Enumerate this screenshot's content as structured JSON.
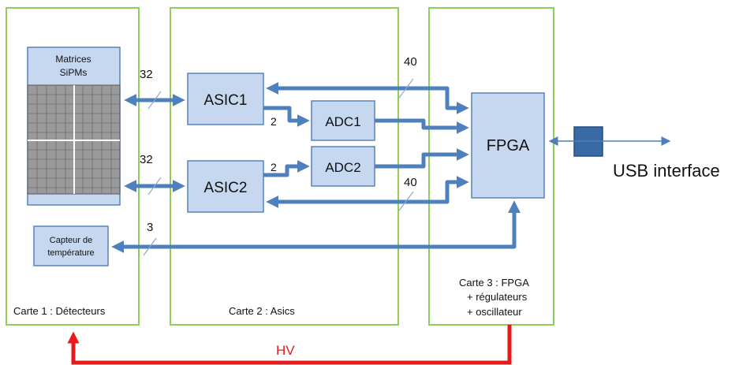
{
  "boards": {
    "board1_label": "Carte 1 : Détecteurs",
    "board2_label": "Carte 2 : Asics",
    "board3_label_line1": "Carte 3 : FPGA",
    "board3_label_line2": "+ régulateurs",
    "board3_label_line3": "+ oscillateur"
  },
  "blocks": {
    "sipm_title_line1": "Matrices",
    "sipm_title_line2": "SiPMs",
    "temp_sensor_line1": "Capteur de",
    "temp_sensor_line2": "température",
    "asic1": "ASIC1",
    "asic2": "ASIC2",
    "adc1": "ADC1",
    "adc2": "ADC2",
    "fpga": "FPGA"
  },
  "bus_widths": {
    "sipm_asic1": "32",
    "sipm_asic2": "32",
    "temp_bus": "3",
    "asic1_adc1": "2",
    "asic2_adc2": "2",
    "fpga_asic1": "40",
    "fpga_asic2": "40"
  },
  "usb_label": "USB interface",
  "hv_label": "HV",
  "colors": {
    "board_border": "#8fce5a",
    "block_fill": "#c5d8ef",
    "wire": "#4d80bd",
    "hv_wire": "#e8191b",
    "hv_text": "#e8191b"
  }
}
